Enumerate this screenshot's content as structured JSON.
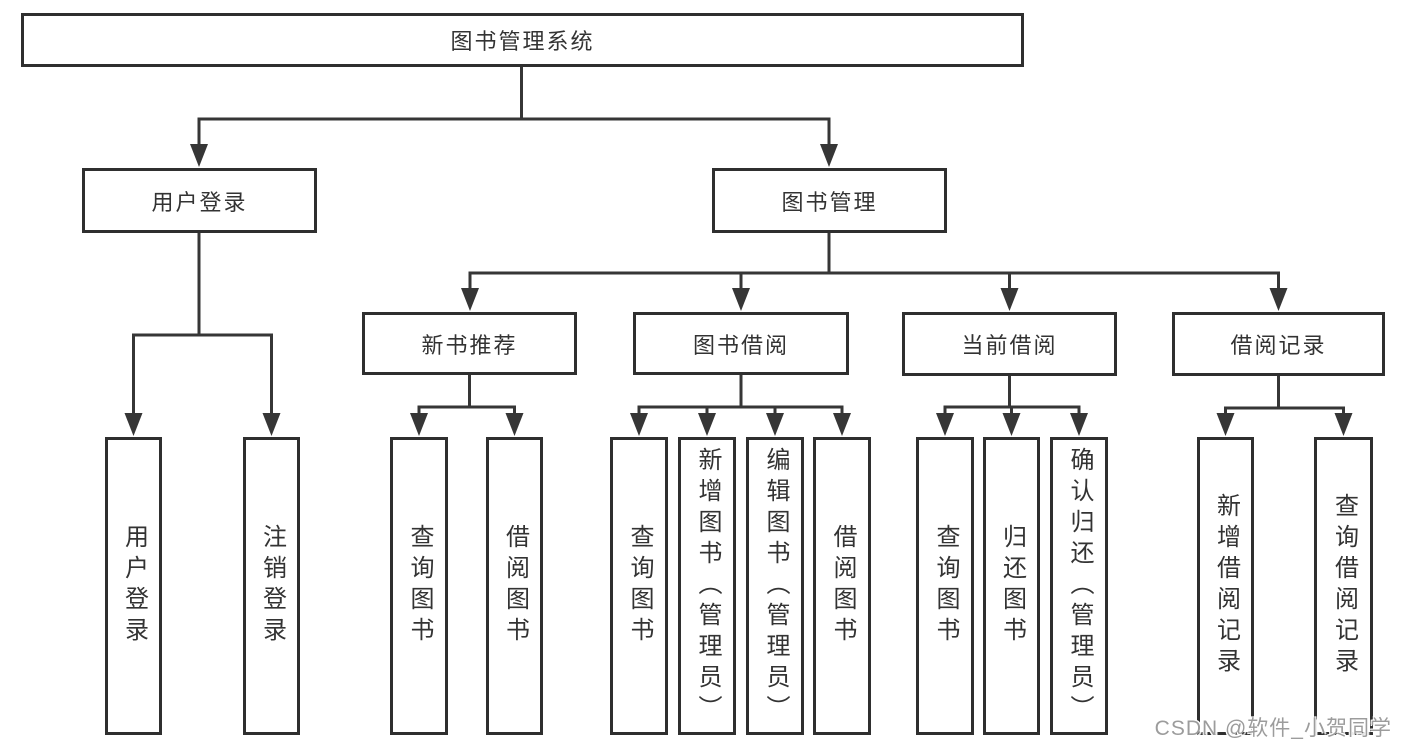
{
  "diagram": {
    "root": "图书管理系统",
    "user_login": {
      "label": "用户登录",
      "children": [
        "用户登录",
        "注销登录"
      ]
    },
    "book_mgmt": {
      "label": "图书管理",
      "groups": [
        {
          "label": "新书推荐",
          "children": [
            "查询图书",
            "借阅图书"
          ]
        },
        {
          "label": "图书借阅",
          "children": [
            "查询图书",
            "新增图书（管理员）",
            "编辑图书（管理员）",
            "借阅图书"
          ]
        },
        {
          "label": "当前借阅",
          "children": [
            "查询图书",
            "归还图书",
            "确认归还（管理员）"
          ]
        },
        {
          "label": "借阅记录",
          "children": [
            "新增借阅记录",
            "查询借阅记录"
          ]
        }
      ]
    }
  },
  "watermark": "CSDN @软件_小贺同学",
  "colors": {
    "line": "#363636",
    "border": "#2f2f2f",
    "text": "#333333",
    "watermark": "#9c9c9c"
  }
}
